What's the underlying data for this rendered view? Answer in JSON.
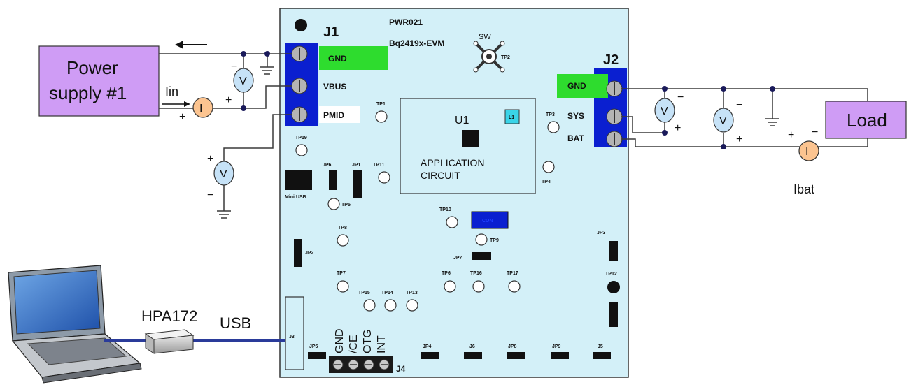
{
  "board": {
    "title": "PWR021",
    "subtitle": "Bq2419x-EVM",
    "sw_label": "SW",
    "tp2_label": "TP2",
    "colors": {
      "board": "#d3f0f8",
      "connector": "#0a1fd0",
      "gnd_label": "#2edc2e",
      "supply": "#cf9cf5",
      "meter": "#c6e2f7",
      "ammeter": "#fcc490"
    }
  },
  "j1": {
    "name": "J1",
    "pins": [
      "GND",
      "VBUS",
      "PMID"
    ]
  },
  "j2": {
    "name": "J2",
    "pins": [
      "GND",
      "SYS",
      "BAT"
    ]
  },
  "u1": {
    "name": "U1",
    "l1": "L1",
    "line1": "APPLICATION",
    "line2": "CIRCUIT"
  },
  "power_supply": {
    "line1": "Power",
    "line2": "supply #1",
    "current": "Iin"
  },
  "load": {
    "label": "Load",
    "current": "Ibat"
  },
  "meters": {
    "voltmeter": "V",
    "ammeter": "I",
    "plus": "+",
    "minus": "−"
  },
  "test_points": {
    "tp1": "TP1",
    "tp3": "TP3",
    "tp4": "TP4",
    "tp5": "TP5",
    "tp6": "TP6",
    "tp7": "TP7",
    "tp8": "TP8",
    "tp9": "TP9",
    "tp10": "TP10",
    "tp11": "TP11",
    "tp12": "TP12",
    "tp13": "TP13",
    "tp14": "TP14",
    "tp15": "TP15",
    "tp16": "TP16",
    "tp17": "TP17",
    "tp19": "TP19"
  },
  "jumpers": {
    "jp1": "JP1",
    "jp2": "JP2",
    "jp3": "JP3",
    "jp4": "JP4",
    "jp5": "JP5",
    "jp6": "JP6",
    "jp7": "JP7",
    "jp8": "JP8",
    "jp9": "JP9"
  },
  "connectors": {
    "j3": "J3",
    "j4": "J4",
    "j5": "J5",
    "j6": "J6",
    "mini_usb": "Mini USB",
    "con": "CON"
  },
  "j4_pins": [
    "GND",
    "/CE",
    "OTG",
    "INT"
  ],
  "usb": {
    "adapter": "HPA172",
    "cable": "USB"
  }
}
